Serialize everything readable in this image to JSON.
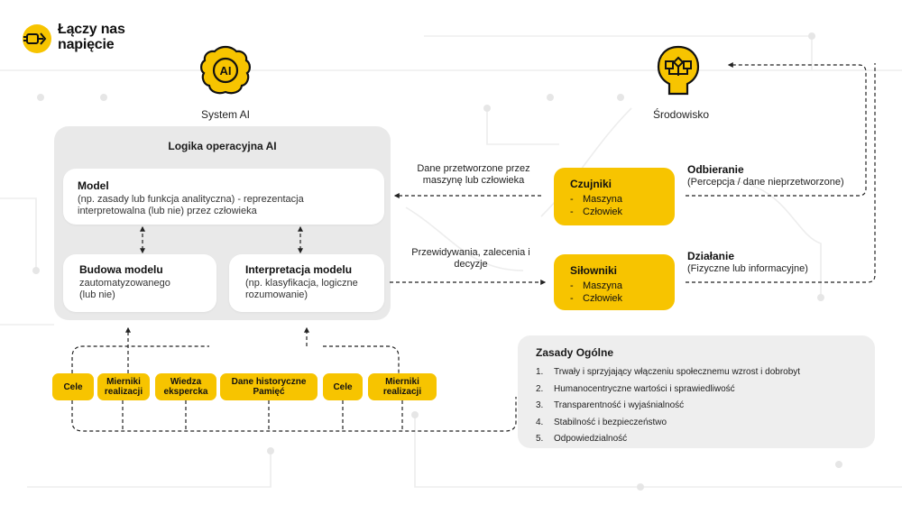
{
  "brand": {
    "name_line1": "Łączy nas",
    "name_line2": "napięcie"
  },
  "actors": {
    "system_ai": "System AI",
    "environment": "Środowisko"
  },
  "panel": {
    "title": "Logika operacyjna AI"
  },
  "model": {
    "title": "Model",
    "desc": "(np. zasady lub funkcja analityczna) - reprezentacja interpretowalna (lub nie) przez człowieka"
  },
  "build_model": {
    "title": "Budowa modelu",
    "desc": "zautomatyzowanego (lub nie)"
  },
  "interpretation": {
    "title": "Interpretacja modelu",
    "desc": "(np. klasyfikacja, logiczne rozumowanie)"
  },
  "sensors": {
    "title": "Czujniki",
    "items": [
      "Maszyna",
      "Człowiek"
    ]
  },
  "actuators": {
    "title": "Siłowniki",
    "items": [
      "Maszyna",
      "Człowiek"
    ]
  },
  "dash": "-",
  "flows": {
    "processed": "Dane przetworzone przez maszynę lub człowieka",
    "predictions": "Przewidywania, zalecenia i decyzje"
  },
  "perceive": {
    "title": "Odbieranie",
    "subtitle": "(Percepcja / dane nieprzetworzone)"
  },
  "act": {
    "title": "Działanie",
    "subtitle": "(Fizyczne lub informacyjne)"
  },
  "inputs": [
    "Cele",
    "Mierniki realizacji",
    "Wiedza ekspercka",
    "Dane historyczne Pamięć",
    "Cele",
    "Mierniki realizacji"
  ],
  "principles": {
    "title": "Zasady Ogólne",
    "items": [
      {
        "num": "1.",
        "text": "Trwały i sprzyjający włączeniu społecznemu wzrost i dobrobyt"
      },
      {
        "num": "2.",
        "text": "Humanocentryczne wartości i sprawiedliwość"
      },
      {
        "num": "3.",
        "text": "Transparentność i wyjaśnialność"
      },
      {
        "num": "4.",
        "text": "Stabilność i bezpieczeństwo"
      },
      {
        "num": "5.",
        "text": "Odpowiedzialność"
      }
    ]
  },
  "colors": {
    "accent": "#f7c400",
    "panel": "#e9e9e9",
    "line": "#222222",
    "bg_line": "#ededed"
  }
}
